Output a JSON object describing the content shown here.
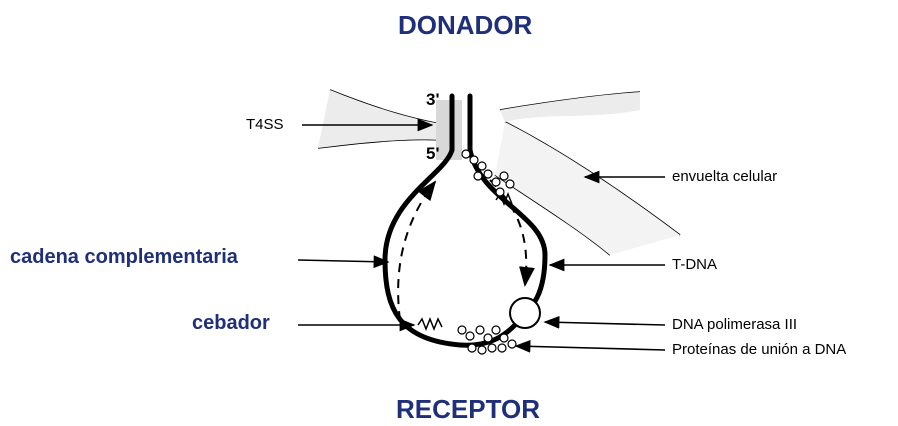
{
  "titles": {
    "top": "DONADOR",
    "bottom": "RECEPTOR"
  },
  "labels": {
    "t4ss": "T4SS",
    "cadena": "cadena complementaria",
    "cebador": "cebador",
    "envuelta": "envuelta celular",
    "tdna": "T-DNA",
    "polimerasa": "DNA polimerasa III",
    "proteinas": "Proteínas de unión a DNA"
  },
  "strand_ends": {
    "three_prime": "3'",
    "five_prime": "5'"
  },
  "colors": {
    "title": "#1f2f7a",
    "lines": "#000000"
  }
}
